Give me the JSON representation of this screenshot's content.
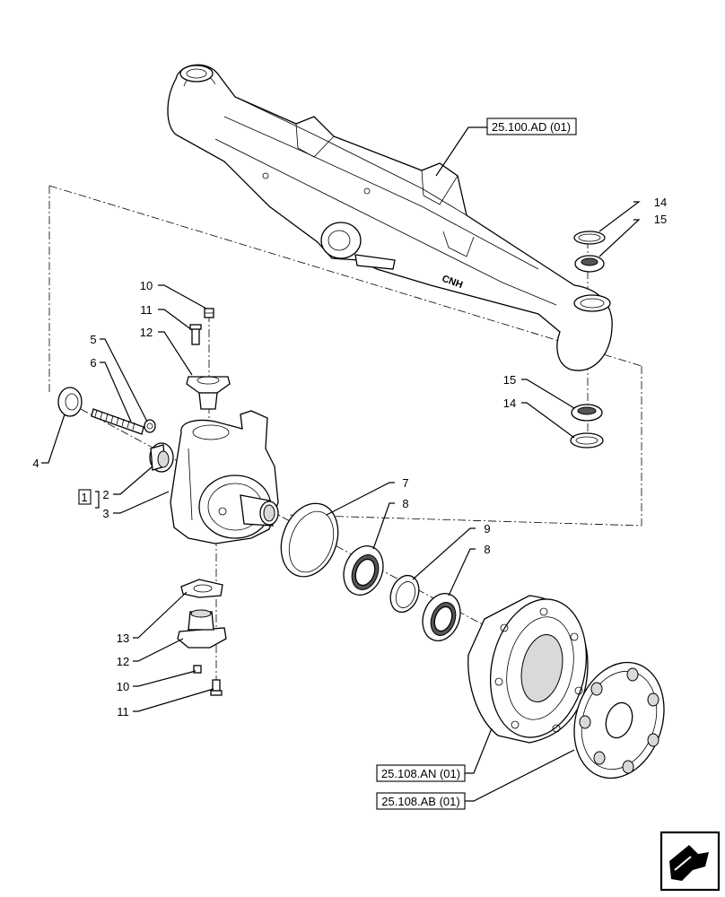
{
  "refs": {
    "axle_housing": "25.100.AD (01)",
    "hub": "25.108.AN (01)",
    "hub_flange": "25.108.AB (01)"
  },
  "callouts": {
    "c14_top": "14",
    "c15_top": "15",
    "c10_top": "10",
    "c11_top": "11",
    "c12_top": "12",
    "c5": "5",
    "c6": "6",
    "c4": "4",
    "c1": "1",
    "c2": "2",
    "c3": "3",
    "c15_mid": "15",
    "c14_mid": "14",
    "c7": "7",
    "c8_a": "8",
    "c9": "9",
    "c8_b": "8",
    "c13": "13",
    "c12_bot": "12",
    "c10_bot": "10",
    "c11_bot": "11"
  },
  "icons": {
    "corner": "arrow-navigation-icon"
  }
}
